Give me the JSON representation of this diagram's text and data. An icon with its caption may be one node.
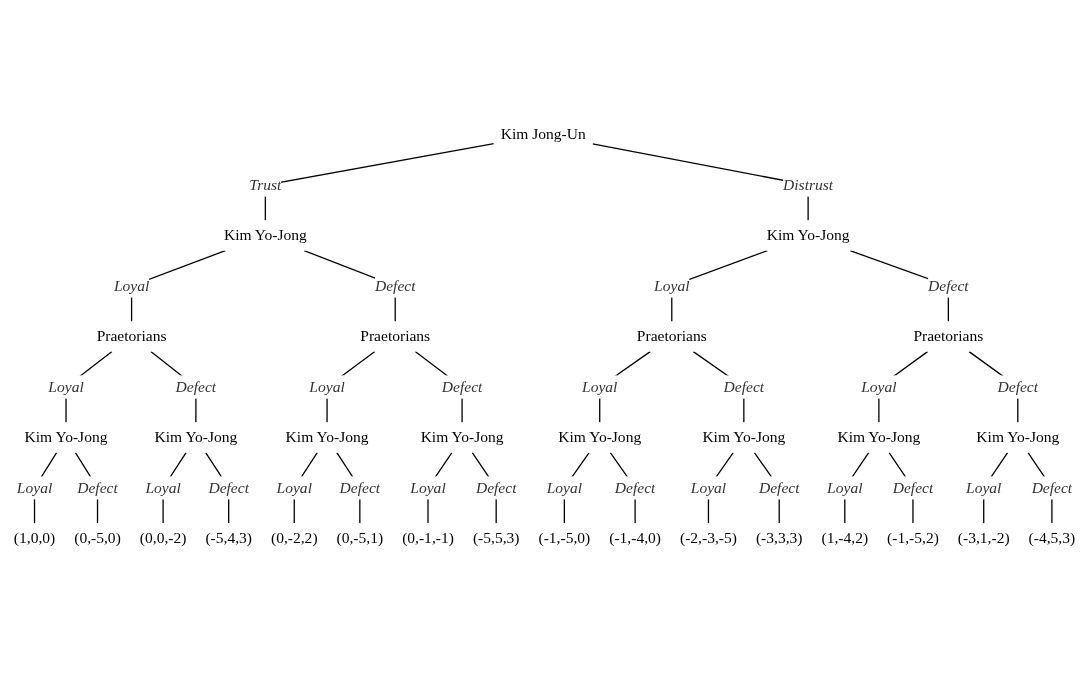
{
  "diagram": {
    "nodes": [
      {
        "text": [
          "Kim Jong-Un"
        ]
      },
      {
        "text": [
          "Kim Yo-Jong"
        ]
      },
      {
        "text": [
          "Kim Yo-Jong"
        ]
      },
      {
        "text": [
          "Praetorians"
        ]
      },
      {
        "text": [
          "Praetorians"
        ]
      },
      {
        "text": [
          "Praetorians"
        ]
      },
      {
        "text": [
          "Praetorians"
        ]
      },
      {
        "text": [
          "Kim Yo-Jong"
        ]
      },
      {
        "text": [
          "Kim Yo-Jong"
        ]
      },
      {
        "text": [
          "Kim Yo-Jong"
        ]
      },
      {
        "text": [
          "Kim Yo-Jong"
        ]
      },
      {
        "text": [
          "Kim Yo-Jong"
        ]
      },
      {
        "text": [
          "Kim Yo-Jong"
        ]
      },
      {
        "text": [
          "Kim Yo-Jong"
        ]
      },
      {
        "text": [
          "Kim Yo-Jong"
        ]
      },
      {
        "text": [
          "(1,0,0)"
        ]
      },
      {
        "text": [
          "(0,-5,0)"
        ]
      },
      {
        "text": [
          "(0,0,-2)"
        ]
      },
      {
        "text": [
          "(-5,4,3)"
        ]
      },
      {
        "text": [
          "(0,-2,2)"
        ]
      },
      {
        "text": [
          "(0,-5,1)"
        ]
      },
      {
        "text": [
          "(0,-1,-1)"
        ]
      },
      {
        "text": [
          "(-5,5,3)"
        ]
      },
      {
        "text": [
          "(-1,-5,0)"
        ]
      },
      {
        "text": [
          "(-1,-4,0)"
        ]
      },
      {
        "text": [
          "(-2,-3,-5)"
        ]
      },
      {
        "text": [
          "(-3,3,3)"
        ]
      },
      {
        "text": [
          "(1,-4,2)"
        ]
      },
      {
        "text": [
          "(-1,-5,2)"
        ]
      },
      {
        "text": [
          "(-3,1,-2)"
        ]
      },
      {
        "text": [
          "(-4,5,3)"
        ]
      }
    ],
    "edges": [
      {
        "from": 0,
        "to": 1,
        "arrow": "none",
        "label": "Trust"
      },
      {
        "from": 0,
        "to": 2,
        "arrow": "none",
        "label": "Distrust"
      },
      {
        "from": 1,
        "to": 3,
        "arrow": "none",
        "label": "Loyal"
      },
      {
        "from": 1,
        "to": 4,
        "arrow": "none",
        "label": "Defect"
      },
      {
        "from": 2,
        "to": 5,
        "arrow": "none",
        "label": "Loyal"
      },
      {
        "from": 2,
        "to": 6,
        "arrow": "none",
        "label": "Defect"
      },
      {
        "from": 3,
        "to": 7,
        "arrow": "none",
        "label": "Loyal"
      },
      {
        "from": 3,
        "to": 8,
        "arrow": "none",
        "label": "Defect"
      },
      {
        "from": 4,
        "to": 9,
        "arrow": "none",
        "label": "Loyal"
      },
      {
        "from": 4,
        "to": 10,
        "arrow": "none",
        "label": "Defect"
      },
      {
        "from": 5,
        "to": 11,
        "arrow": "none",
        "label": "Loyal"
      },
      {
        "from": 5,
        "to": 12,
        "arrow": "none",
        "label": "Defect"
      },
      {
        "from": 6,
        "to": 13,
        "arrow": "none",
        "label": "Loyal"
      },
      {
        "from": 6,
        "to": 14,
        "arrow": "none",
        "label": "Defect"
      },
      {
        "from": 7,
        "to": 15,
        "arrow": "none",
        "label": "Loyal"
      },
      {
        "from": 7,
        "to": 16,
        "arrow": "none",
        "label": "Defect"
      },
      {
        "from": 8,
        "to": 17,
        "arrow": "none",
        "label": "Loyal"
      },
      {
        "from": 8,
        "to": 18,
        "arrow": "none",
        "label": "Defect"
      },
      {
        "from": 9,
        "to": 19,
        "arrow": "none",
        "label": "Loyal"
      },
      {
        "from": 9,
        "to": 20,
        "arrow": "none",
        "label": "Defect"
      },
      {
        "from": 10,
        "to": 21,
        "arrow": "none",
        "label": "Loyal"
      },
      {
        "from": 10,
        "to": 22,
        "arrow": "none",
        "label": "Defect"
      },
      {
        "from": 11,
        "to": 23,
        "arrow": "none",
        "label": "Loyal"
      },
      {
        "from": 11,
        "to": 24,
        "arrow": "none",
        "label": "Defect"
      },
      {
        "from": 12,
        "to": 25,
        "arrow": "none",
        "label": "Loyal"
      },
      {
        "from": 12,
        "to": 26,
        "arrow": "none",
        "label": "Defect"
      },
      {
        "from": 13,
        "to": 27,
        "arrow": "none",
        "label": "Loyal"
      },
      {
        "from": 13,
        "to": 28,
        "arrow": "none",
        "label": "Defect"
      },
      {
        "from": 14,
        "to": 29,
        "arrow": "none",
        "label": "Loyal"
      },
      {
        "from": 14,
        "to": 30,
        "arrow": "none",
        "label": "Defect"
      }
    ]
  }
}
